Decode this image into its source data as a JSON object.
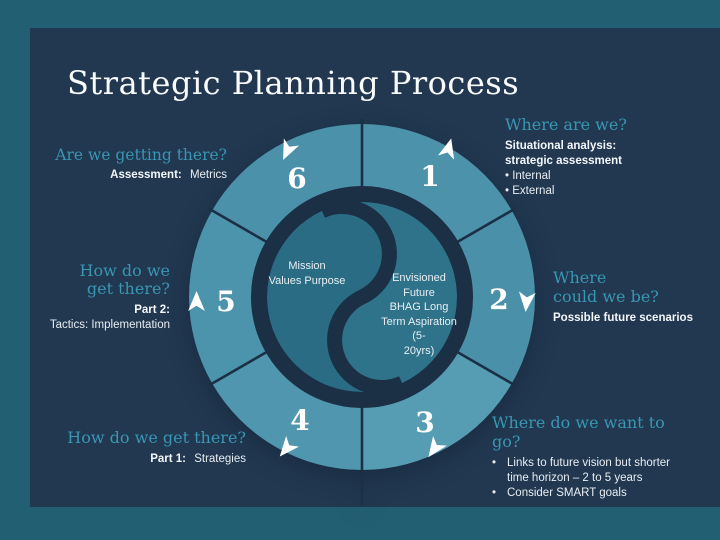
{
  "slide": {
    "title": "Strategic Planning Process"
  },
  "colors": {
    "frame": "#235F73",
    "slide_bg": "#213850",
    "dark": "#1B2F45",
    "accent": "#3996B4",
    "ring_default": "#4C92AB",
    "center_left": "#296C83",
    "center_right": "#2E7389",
    "arrow": "#FFFFFF"
  },
  "diagram": {
    "type": "cycle",
    "segments": [
      {
        "number": "1",
        "start_deg": 30,
        "end_deg": 90,
        "fill": "#4C92AB"
      },
      {
        "number": "2",
        "start_deg": -30,
        "end_deg": 30,
        "fill": "#4A90A9"
      },
      {
        "number": "3",
        "start_deg": -90,
        "end_deg": -30,
        "fill": "#569CB2"
      },
      {
        "number": "4",
        "start_deg": -150,
        "end_deg": -90,
        "fill": "#5096AE"
      },
      {
        "number": "5",
        "start_deg": 150,
        "end_deg": 210,
        "fill": "#4C93AC"
      },
      {
        "number": "6",
        "start_deg": 90,
        "end_deg": 150,
        "fill": "#4B91AA"
      }
    ],
    "center_left": {
      "line1": "Mission",
      "line2": "Values Purpose"
    },
    "center_right": {
      "line1": "Envisioned",
      "line2": "Future",
      "line3": "BHAG Long",
      "line4": "Term Aspiration (5-",
      "line5": "20yrs)"
    }
  },
  "labels": {
    "step1": {
      "heading": "Where are we?",
      "body_bold_1": "Situational analysis:",
      "body_bold_2": "strategic assessment",
      "bullet_1": "• Internal",
      "bullet_2": "• External"
    },
    "step2": {
      "heading_1": "Where",
      "heading_2": "could we be?",
      "body_bold": "Possible future scenarios"
    },
    "step3": {
      "heading": "Where do we want to go?",
      "bullet_glyph": "•",
      "bullet_1": "Links to future vision but shorter",
      "bullet_1_cont": "time horizon – 2 to 5 years",
      "bullet_2": "Consider SMART goals"
    },
    "step4": {
      "heading": "How do we get there?",
      "label_bold": "Part 1:",
      "text": "Strategies"
    },
    "step5": {
      "heading_1": "How do we",
      "heading_2": "get there?",
      "label_bold": "Part 2:",
      "text": "Tactics: Implementation"
    },
    "step6": {
      "heading": "Are we getting there?",
      "label_bold": "Assessment:",
      "text": "Metrics"
    }
  }
}
